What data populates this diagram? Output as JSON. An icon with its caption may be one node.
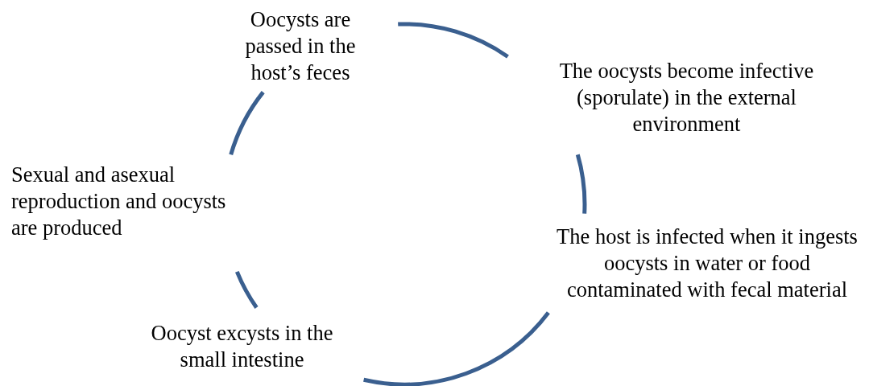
{
  "diagram": {
    "nodes": [
      {
        "text": [
          "Oocysts are passed in the host’s feces"
        ]
      },
      {
        "text": [
          "The oocysts become infective (sporulate) in the external environment"
        ]
      },
      {
        "text": [
          "Sexual and asexual reproduction and oocysts are produced"
        ]
      },
      {
        "text": [
          "The host is infected when it ingests oocysts in water or food contaminated with fecal material"
        ]
      },
      {
        "text": [
          "Oocyst excysts in the small intestine"
        ]
      }
    ],
    "edges": [
      {
        "from": 0,
        "to": 1,
        "arrow": "none"
      },
      {
        "from": 1,
        "to": 3,
        "arrow": "none"
      },
      {
        "from": 3,
        "to": 4,
        "arrow": "none"
      },
      {
        "from": 4,
        "to": 2,
        "arrow": "none"
      },
      {
        "from": 2,
        "to": 0,
        "arrow": "none"
      }
    ]
  }
}
